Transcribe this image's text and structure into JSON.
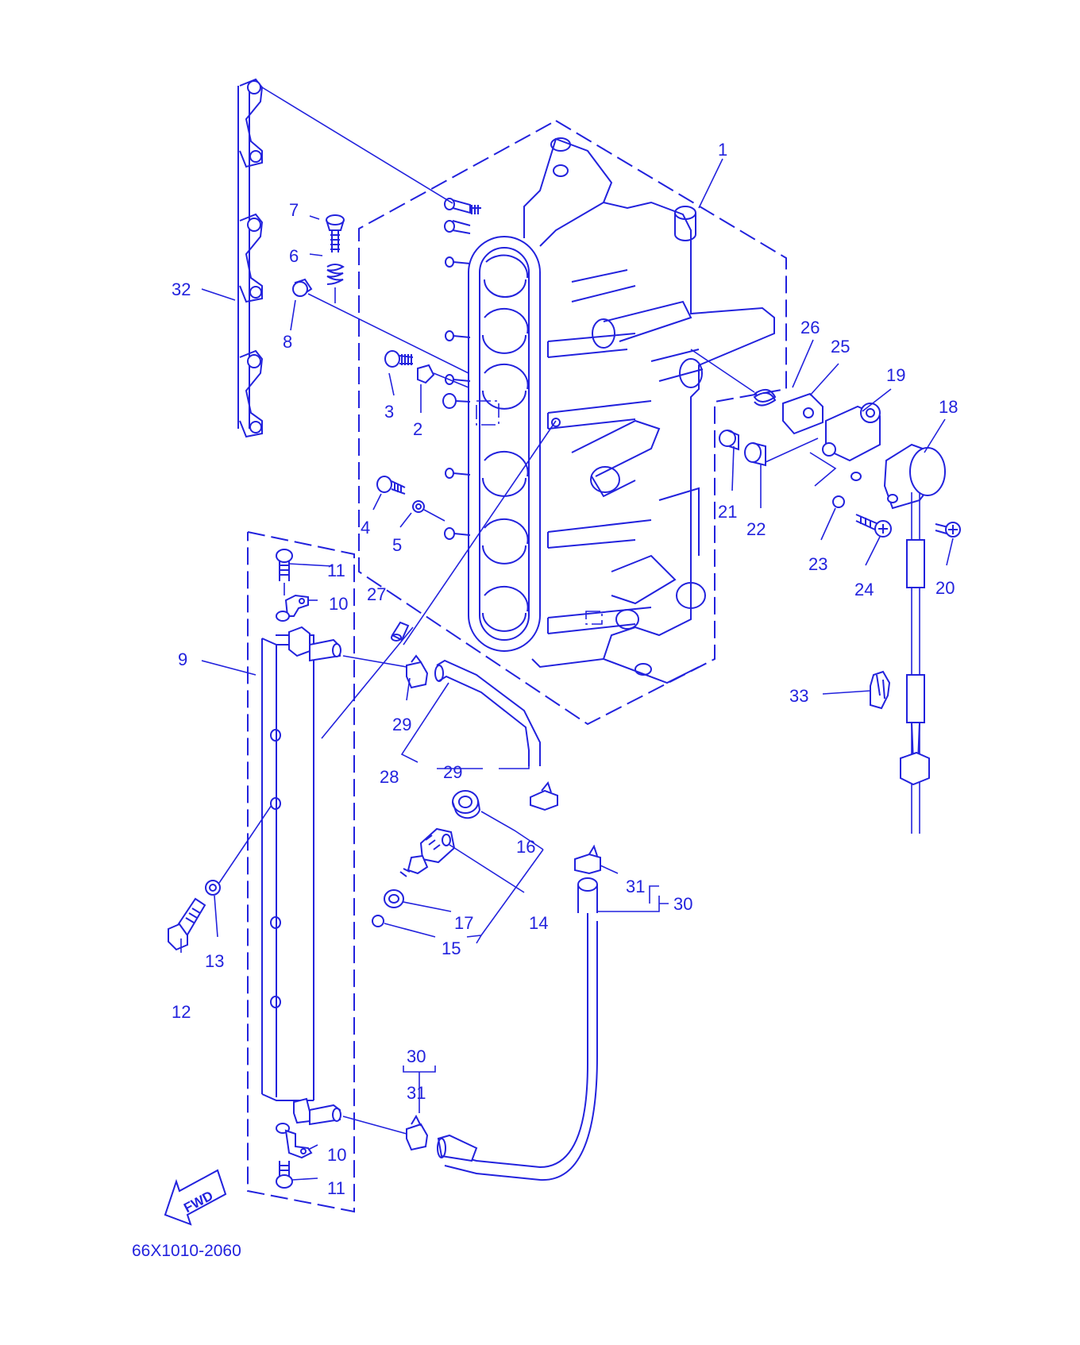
{
  "diagram_code": "66X1010-2060",
  "fwd_label": "FWD",
  "colors": {
    "line": "#2222dd",
    "background": "#ffffff"
  },
  "callouts": {
    "n1": "1",
    "n2": "2",
    "n3": "3",
    "n4": "4",
    "n5": "5",
    "n6": "6",
    "n7": "7",
    "n8": "8",
    "n9": "9",
    "n10a": "10",
    "n10b": "10",
    "n11a": "11",
    "n11b": "11",
    "n12": "12",
    "n13": "13",
    "n14": "14",
    "n15": "15",
    "n16": "16",
    "n17": "17",
    "n18": "18",
    "n19": "19",
    "n20": "20",
    "n21": "21",
    "n22": "22",
    "n23": "23",
    "n24": "24",
    "n25": "25",
    "n26": "26",
    "n27": "27",
    "n28": "28",
    "n29a": "29",
    "n29b": "29",
    "n30a": "30",
    "n30b": "30",
    "n31a": "31",
    "n31b": "31",
    "n32": "32",
    "n33": "33"
  }
}
